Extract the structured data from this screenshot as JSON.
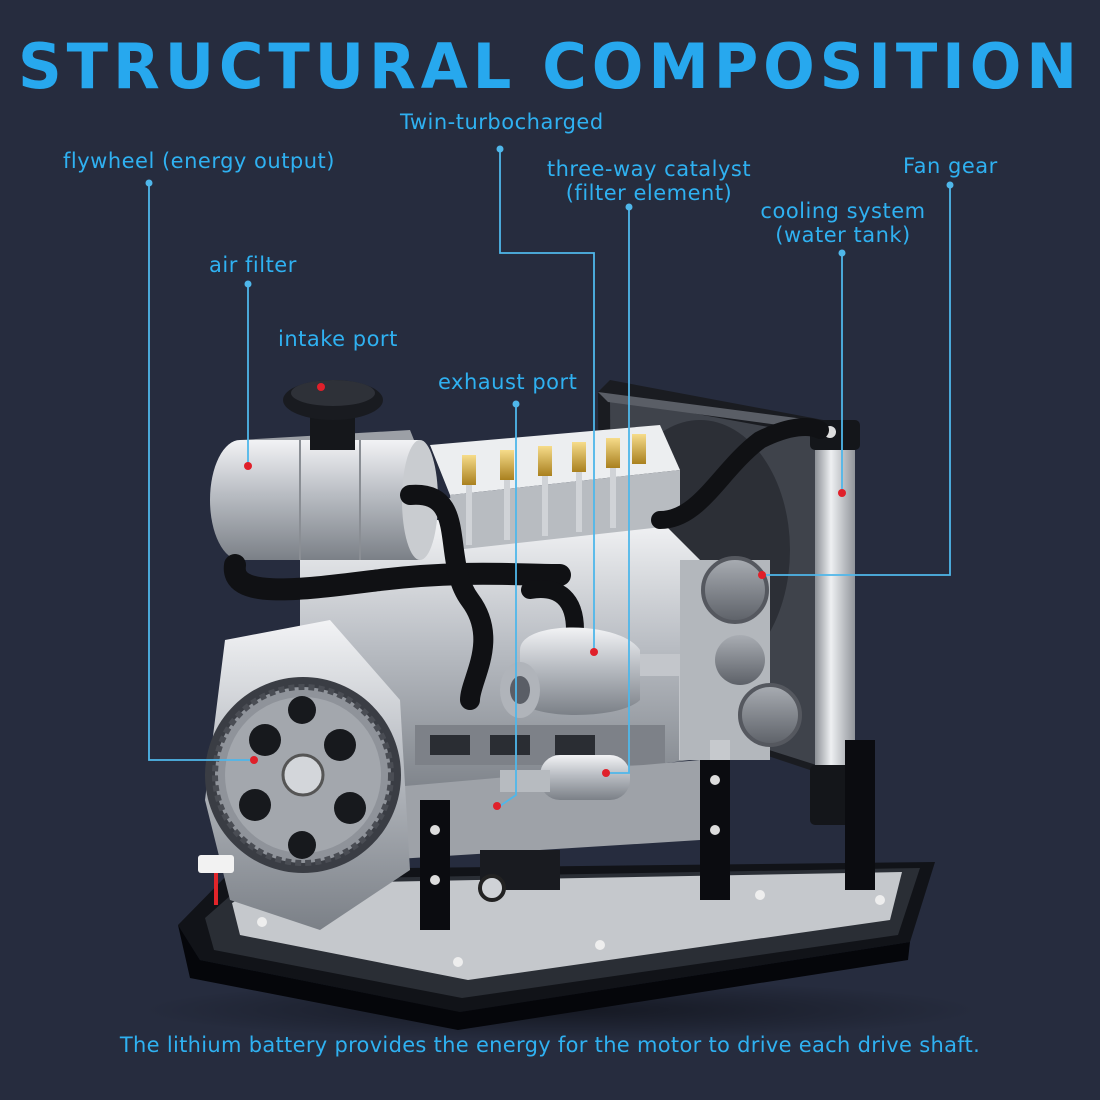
{
  "title": "STRUCTURAL COMPOSITION",
  "labels": {
    "twin_turbocharged": "Twin-turbocharged",
    "flywheel": "flywheel (energy output)",
    "catalyst_line1": "three-way catalyst",
    "catalyst_line2": "(filter element)",
    "fan_gear": "Fan gear",
    "cooling_line1": "cooling system",
    "cooling_line2": "(water tank)",
    "air_filter": "air filter",
    "intake_port": "intake port",
    "exhaust_port": "exhaust port"
  },
  "footer": "The lithium battery provides the energy for the motor to drive each drive shaft.",
  "colors": {
    "background": "#262c3e",
    "accent": "#2fb1f1",
    "marker": "#e0202a",
    "leader_line": "#4fb7ea"
  }
}
